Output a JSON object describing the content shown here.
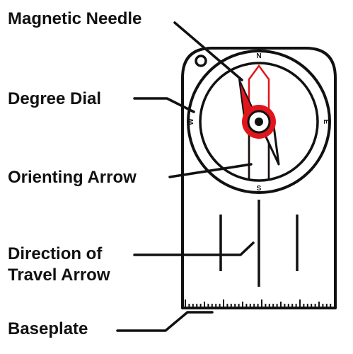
{
  "labels": {
    "magnetic_needle": "Magnetic Needle",
    "degree_dial": "Degree Dial",
    "orienting_arrow": "Orienting Arrow",
    "direction_line1": "Direction of",
    "direction_line2": "Travel Arrow",
    "baseplate": "Baseplate"
  },
  "cardinals": {
    "north": "N",
    "south": "S",
    "east": "E",
    "west": "W"
  },
  "colors": {
    "ink": "#111111",
    "needle_red": "#e0161c",
    "background": "#ffffff"
  }
}
